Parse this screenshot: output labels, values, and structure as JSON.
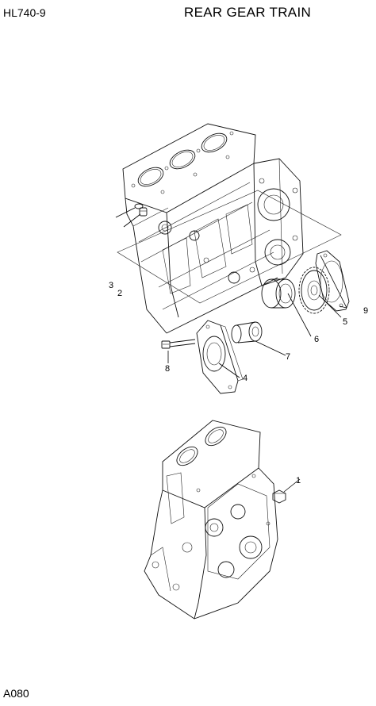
{
  "header": {
    "model": "HL740-9",
    "title": "REAR GEAR TRAIN"
  },
  "footer": {
    "page_code": "A080"
  },
  "callouts": [
    "1",
    "2",
    "3",
    "4",
    "5",
    "6",
    "7",
    "8",
    "9"
  ]
}
